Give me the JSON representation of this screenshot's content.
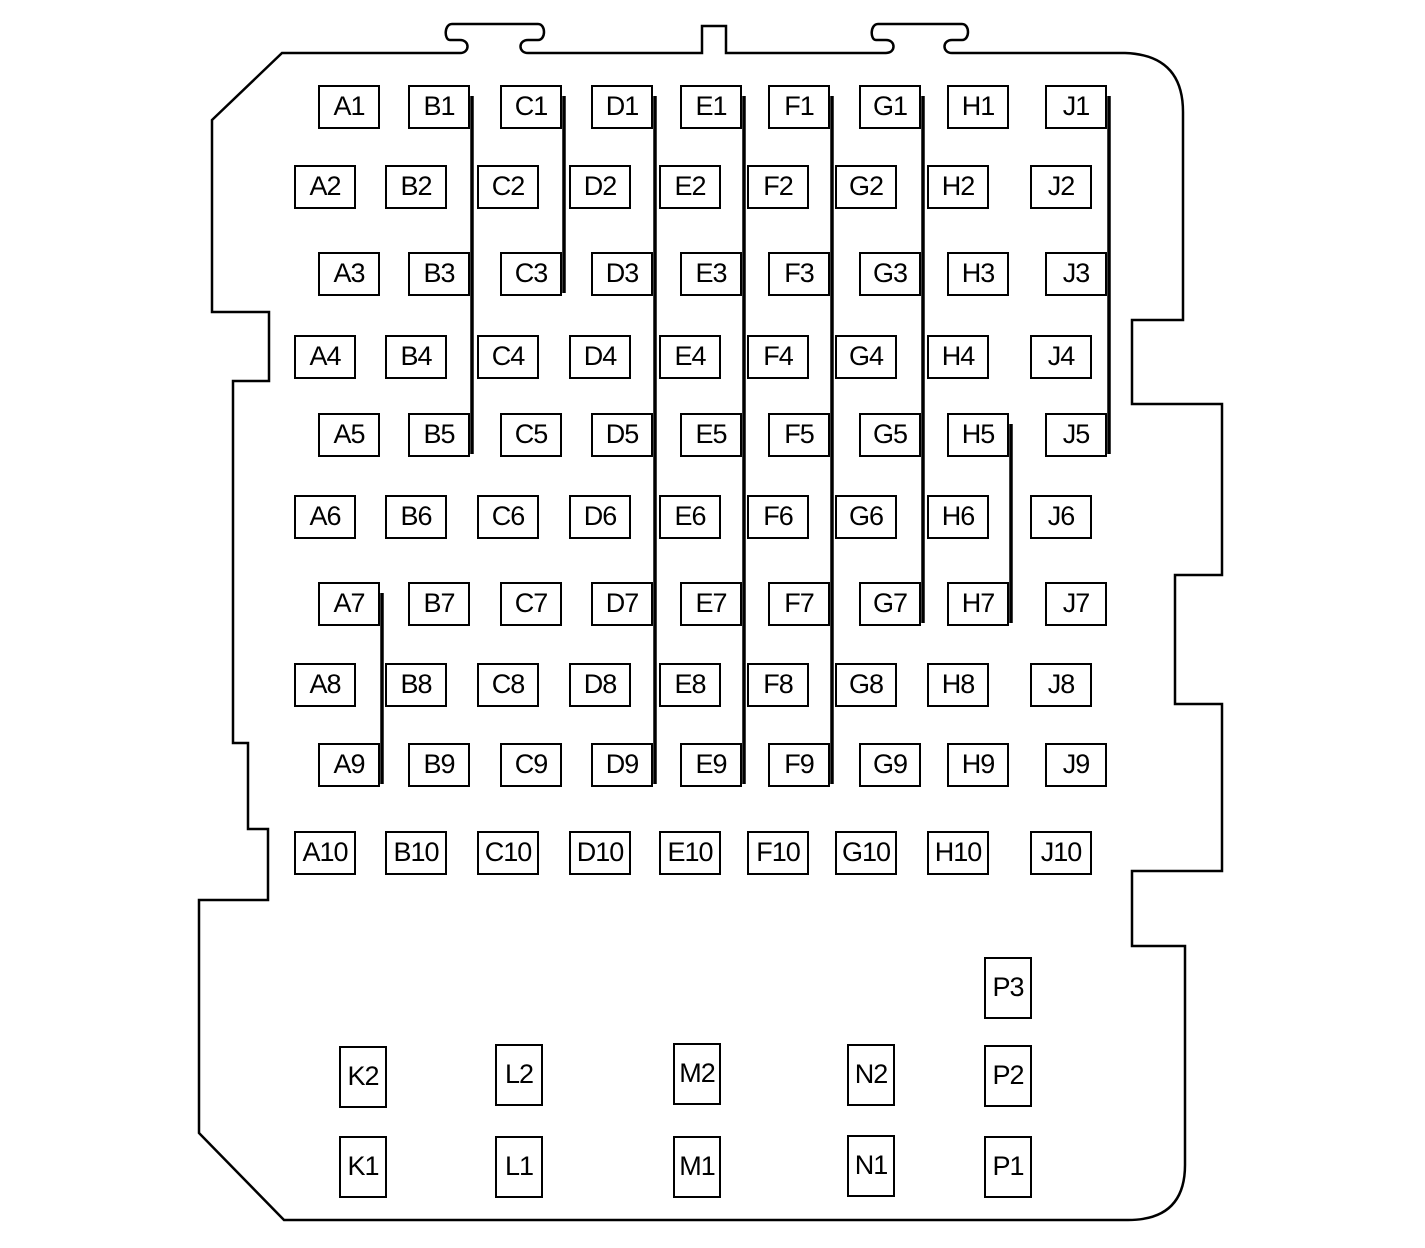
{
  "diagram": {
    "colors": {
      "line": "#000000",
      "background": "#ffffff"
    },
    "grid_columns": [
      "A",
      "B",
      "C",
      "D",
      "E",
      "F",
      "G",
      "H",
      "J"
    ],
    "grid_rows": 10,
    "lower_connectors": [
      "P3",
      "K2",
      "L2",
      "M2",
      "N2",
      "P2",
      "K1",
      "L1",
      "M1",
      "N1",
      "P1"
    ],
    "bus_bars": [
      {
        "column": "B",
        "from": "B1",
        "to": "B5"
      },
      {
        "column": "C",
        "from": "C1",
        "to": "C3"
      },
      {
        "column": "D",
        "from": "D1",
        "to": "D9"
      },
      {
        "column": "E",
        "from": "E1",
        "to": "E9"
      },
      {
        "column": "F",
        "from": "F1",
        "to": "F9"
      },
      {
        "column": "G",
        "from": "G1",
        "to": "G7"
      },
      {
        "column": "H",
        "from": "H5",
        "to": "H7"
      },
      {
        "column": "J",
        "from": "J1",
        "to": "J5"
      },
      {
        "column": "A",
        "from": "A7",
        "to": "A9"
      }
    ]
  }
}
